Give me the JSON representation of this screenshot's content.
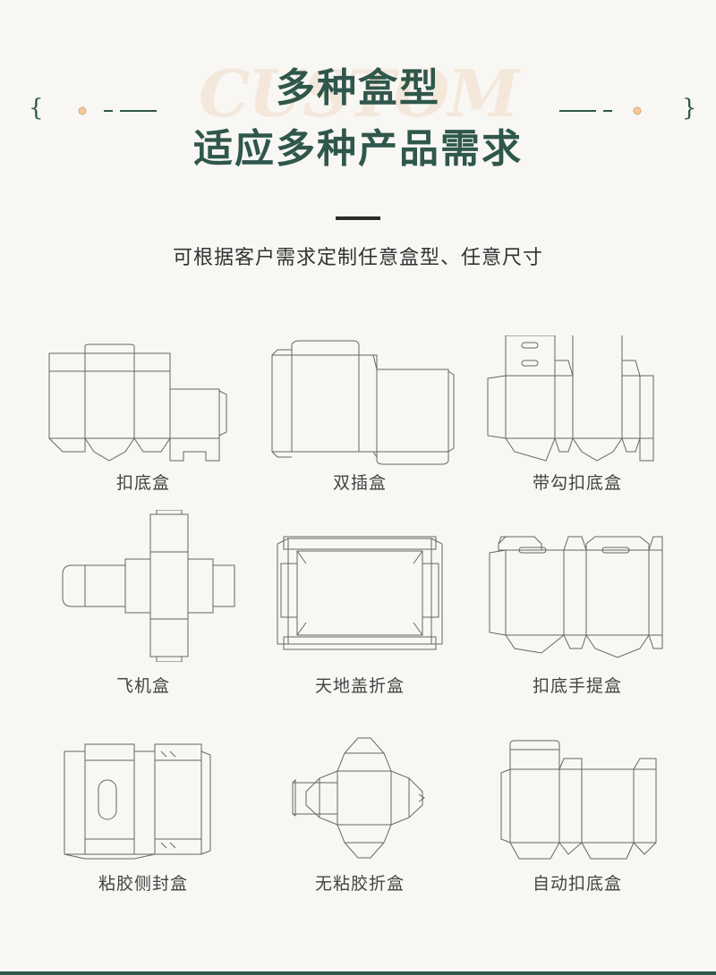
{
  "header": {
    "watermark": "CUSTOM",
    "title_line1": "多种盒型",
    "title_line2": "适应多种产品需求",
    "brace_left": "{",
    "brace_right": "}",
    "subtitle": "可根据客户需求定制任意盒型、任意尺寸"
  },
  "box_types": [
    {
      "label": "扣底盒"
    },
    {
      "label": "双插盒"
    },
    {
      "label": "带勾扣底盒"
    },
    {
      "label": "飞机盒"
    },
    {
      "label": "天地盖折盒"
    },
    {
      "label": "扣底手提盒"
    },
    {
      "label": "粘胶侧封盒"
    },
    {
      "label": "无粘胶折盒"
    },
    {
      "label": "自动扣底盒"
    }
  ],
  "colors": {
    "title": "#2f574b",
    "background": "#f8f7f4",
    "dieline": "#666666",
    "divider": "#2a2a2a"
  }
}
